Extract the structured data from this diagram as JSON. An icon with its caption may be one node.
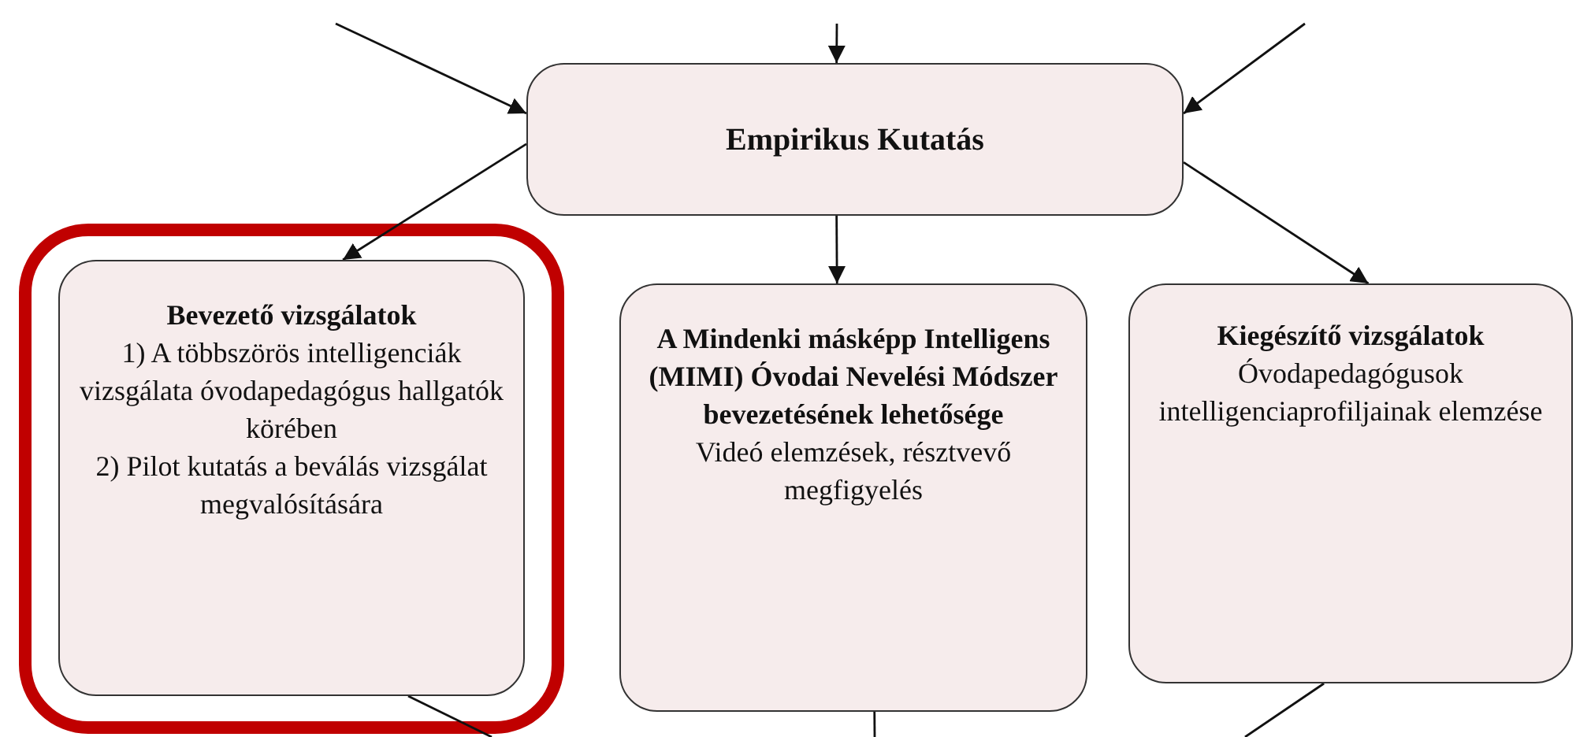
{
  "diagram": {
    "nodes": [
      {
        "text": [
          "Empirikus Kutatás"
        ]
      },
      {
        "text": [
          "Bevezető vizsgálatok",
          "1) A többszörös intelligenciák vizsgálata óvodapedagógus hallgatók körében",
          "2) Pilot kutatás a beválás vizsgálat megvalósítására"
        ]
      },
      {
        "text": [
          "A Mindenki másképp Intelligens (MIMI) Óvodai Nevelési Módszer bevezetésének lehetősége",
          "Videó elemzések, résztvevő megfigyelés"
        ]
      },
      {
        "text": [
          "Kiegészítő vizsgálatok",
          "Óvodapedagógusok intelligenciaprofiljainak elemzése"
        ]
      }
    ],
    "edges": [
      {
        "from": null,
        "to": 0,
        "arrow": "to"
      },
      {
        "from": null,
        "to": 0,
        "arrow": "to"
      },
      {
        "from": null,
        "to": 0,
        "arrow": "to"
      },
      {
        "from": 0,
        "to": 1,
        "arrow": "to"
      },
      {
        "from": 0,
        "to": 2,
        "arrow": "to"
      },
      {
        "from": 0,
        "to": 3,
        "arrow": "to"
      },
      {
        "from": 1,
        "to": null,
        "arrow": "none"
      },
      {
        "from": 2,
        "to": null,
        "arrow": "none"
      },
      {
        "from": 3,
        "to": null,
        "arrow": "none"
      }
    ]
  }
}
